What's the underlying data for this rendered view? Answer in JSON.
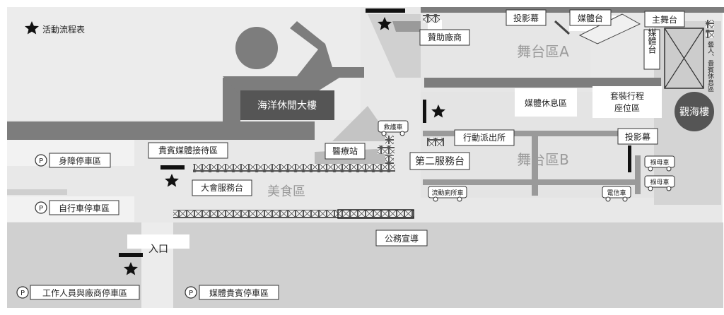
{
  "legend": {
    "label": "活動流程表"
  },
  "buildings": {
    "ocean_leisure": "海洋休閒大樓",
    "guanhai": "觀海樓"
  },
  "zones": {
    "stage_a": "舞台區A",
    "stage_b": "舞台區B",
    "food": "美食區"
  },
  "labels": {
    "sponsor": "贊助廠商",
    "projector_top": "投影幕",
    "media_stage": "媒體台",
    "main_stage": "主舞台",
    "media_vertical": "媒體台",
    "artist_rest": "藝人、貴賓休息區",
    "media_rest": "媒體休息區",
    "package_seats_1": "套裝行程",
    "package_seats_2": "座位區",
    "ambulance": "救護車",
    "mobile_police": "行動派出所",
    "vip_media_reception": "貴賓媒體接待區",
    "medical_station": "醫療站",
    "second_service": "第二服務台",
    "projector_right": "投影幕",
    "nursing_car_1": "褓母車",
    "nursing_car_2": "褓母車",
    "main_service": "大會服務台",
    "mobile_toilet": "流動廁所車",
    "telecom_car": "電信車",
    "public_affairs": "公務宣導",
    "entrance": "入口"
  },
  "parking": {
    "accessible": "身障停車區",
    "bicycle": "自行車停車區",
    "staff_vendor": "工作人員與廠商停車區",
    "media_vip": "媒體貴賓停車區"
  },
  "colors": {
    "road_dark": "#7d7d7d",
    "area_light": "#e6e6e6",
    "area_mid": "#cfcfcf",
    "building": "#555555"
  }
}
